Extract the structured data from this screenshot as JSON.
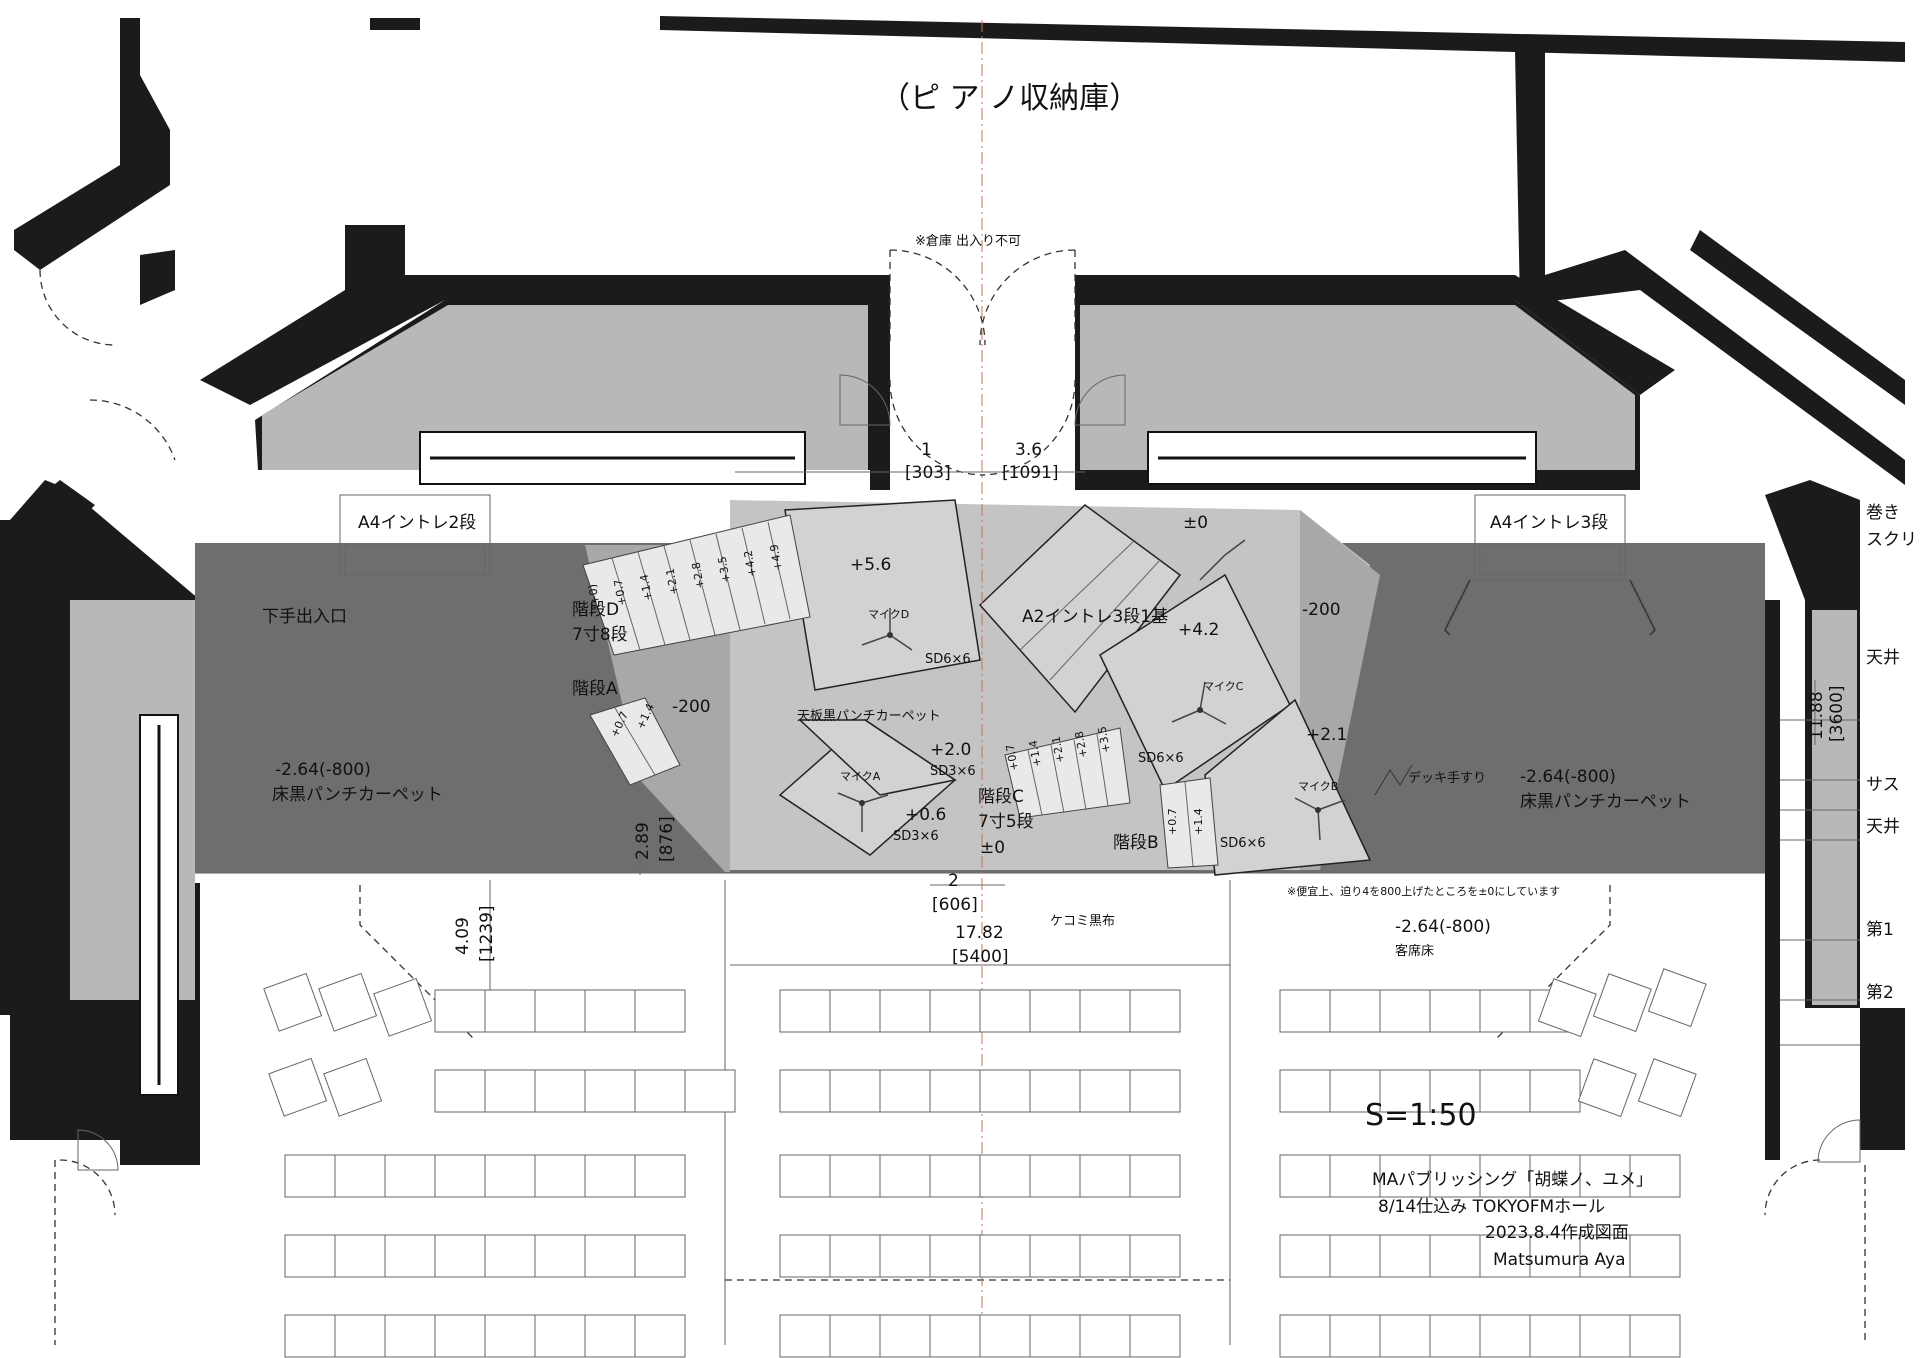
{
  "room": {
    "storage": "（ピ ア ノ収納庫）",
    "storage_note": "※倉庫 出入り不可"
  },
  "stage": {
    "risers": [
      "A4イントレ2段",
      "A4イントレ3段"
    ],
    "stage_left_entrance": "下手出入口",
    "floor_left": {
      "level": "-2.64(-800)",
      "finish": "床黒パンチカーペット"
    },
    "floor_right": {
      "level": "-2.64(-800)",
      "finish": "床黒パンチカーペット"
    },
    "top_finish": "天板黒パンチカーペット",
    "zero": "±0",
    "pit_left": "-200",
    "pit_right": "-200",
    "riser_a2": "A2イントレ3段1基",
    "rail": "デッキ手すり",
    "kerb": "ケコミ黒布",
    "note": "※便宜上、迫り4を800上げたところを±0にしています",
    "house_floor": {
      "level": "-2.64(-800)",
      "name": "客席床"
    }
  },
  "decks": [
    {
      "level": "+5.6",
      "mic": "マイクD",
      "spec": "SD6×6"
    },
    {
      "level": "+4.2",
      "mic": "マイクC",
      "spec": "SD6×6"
    },
    {
      "level": "+2.1",
      "mic": "マイクB",
      "spec": "SD6×6"
    },
    {
      "level": "+2.0",
      "spec": "SD3×6"
    },
    {
      "level": "+0.6",
      "mic": "マイクA",
      "spec": "SD3×6"
    }
  ],
  "stairs": {
    "D": {
      "name": "階段D",
      "spec": "7寸8段",
      "steps": [
        "(+0)",
        "+0.7",
        "+1.4",
        "+2.1",
        "+2.8",
        "+3.5",
        "+4.2",
        "+4.9"
      ]
    },
    "A": {
      "name": "階段A",
      "steps": [
        "+0.7",
        "+1.4"
      ]
    },
    "C": {
      "name": "階段C",
      "spec": "7寸5段",
      "base": "±0",
      "steps": [
        "+0.7",
        "+1.4",
        "+2.1",
        "+2.8",
        "+3.5"
      ]
    },
    "B": {
      "name": "階段B",
      "steps": [
        "+0.7",
        "+1.4"
      ]
    }
  },
  "dimensions": {
    "door_a": {
      "value": "1",
      "sub": "[303]"
    },
    "door_b": {
      "value": "3.6",
      "sub": "[1091]"
    },
    "stage_gap": {
      "value": "2",
      "sub": "[606]"
    },
    "stage_width": {
      "value": "17.82",
      "sub": "[5400]"
    },
    "stage_front": {
      "value": "2.89",
      "sub": "[876]"
    },
    "house_gap": {
      "value": "4.09",
      "sub": "[1239]"
    },
    "stage_depth": {
      "value": "11.88",
      "sub": "[3600]"
    }
  },
  "right_labels": [
    "巻き",
    "スクリ",
    "天井",
    "サス",
    "天井",
    "第1",
    "第2"
  ],
  "scale": "S=1:50",
  "credits": [
    "MAパブリッシング「胡蝶ノ、ユメ」",
    "8/14仕込み TOKYOFMホール",
    "2023.8.4作成図面",
    "Matsumura Aya"
  ]
}
